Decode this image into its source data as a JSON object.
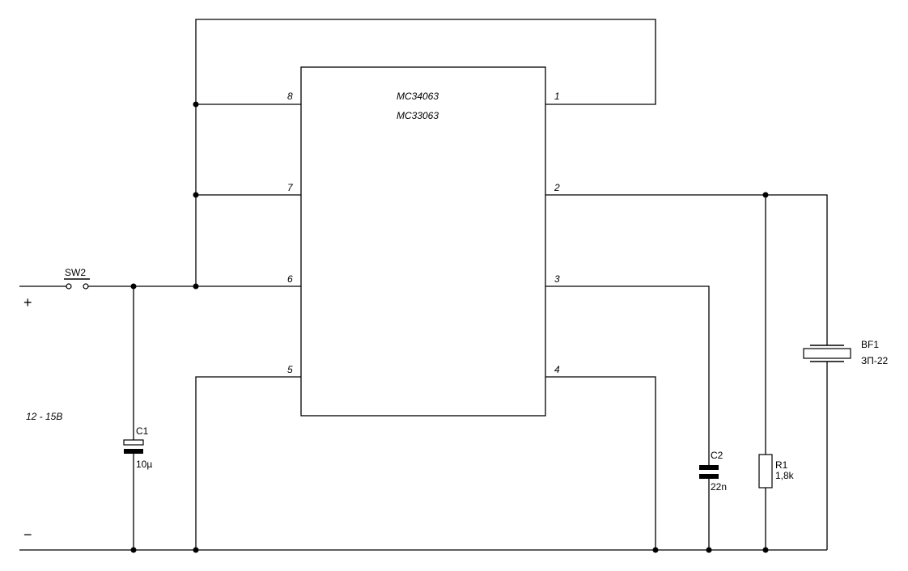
{
  "ic": {
    "part_line1": "MC34063",
    "part_line2": "MC33063",
    "pins": [
      "1",
      "2",
      "3",
      "4",
      "5",
      "6",
      "7",
      "8"
    ]
  },
  "switch": {
    "ref": "SW2"
  },
  "supply": {
    "plus": "+",
    "minus": "−",
    "voltage": "12 - 15B"
  },
  "c1": {
    "ref": "C1",
    "value": "10µ"
  },
  "c2": {
    "ref": "C2",
    "value": "22n"
  },
  "r1": {
    "ref": "R1",
    "value": "1,8k"
  },
  "bf1": {
    "ref": "BF1",
    "value": "ЗП-22"
  }
}
